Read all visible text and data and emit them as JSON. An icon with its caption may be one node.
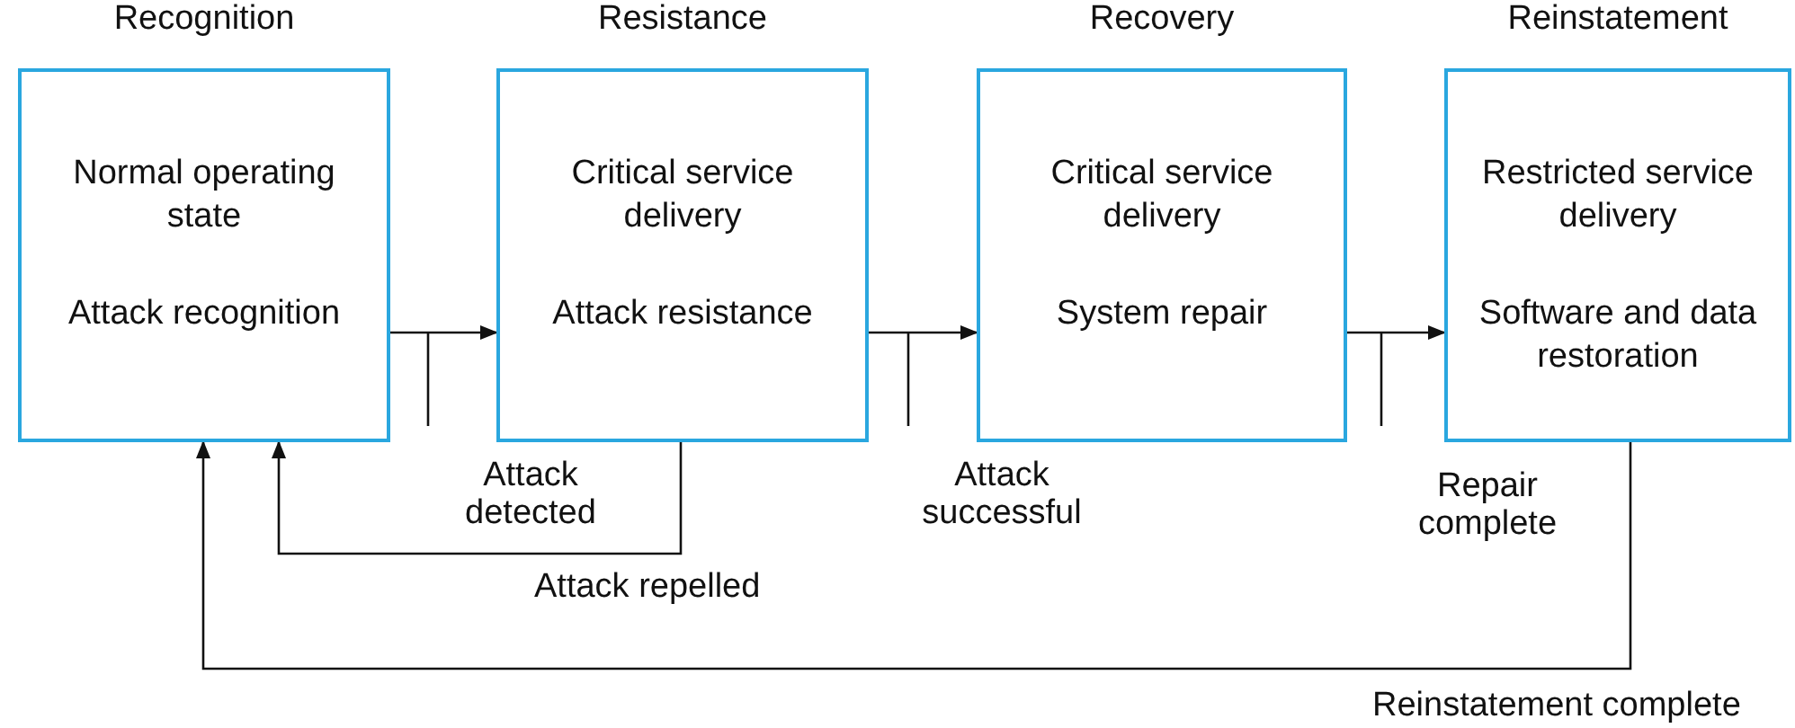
{
  "diagram": {
    "nodes": [
      {
        "text": [
          "Recognition",
          "Normal operating state",
          "Attack recognition"
        ]
      },
      {
        "text": [
          "Resistance",
          "Critical service delivery",
          "Attack resistance"
        ]
      },
      {
        "text": [
          "Recovery",
          "Critical service delivery",
          "System repair"
        ]
      },
      {
        "text": [
          "Reinstatement",
          "Restricted service delivery",
          "Software and data restoration"
        ]
      }
    ],
    "edges": [
      {
        "from": 0,
        "to": 1,
        "arrow": "to",
        "label": "Attack detected"
      },
      {
        "from": 1,
        "to": 2,
        "arrow": "to",
        "label": "Attack successful"
      },
      {
        "from": 2,
        "to": 3,
        "arrow": "to",
        "label": "Repair complete"
      },
      {
        "from": 1,
        "to": 0,
        "arrow": "to",
        "label": "Attack repelled"
      },
      {
        "from": 3,
        "to": 0,
        "arrow": "to",
        "label": "Reinstatement complete"
      }
    ]
  }
}
